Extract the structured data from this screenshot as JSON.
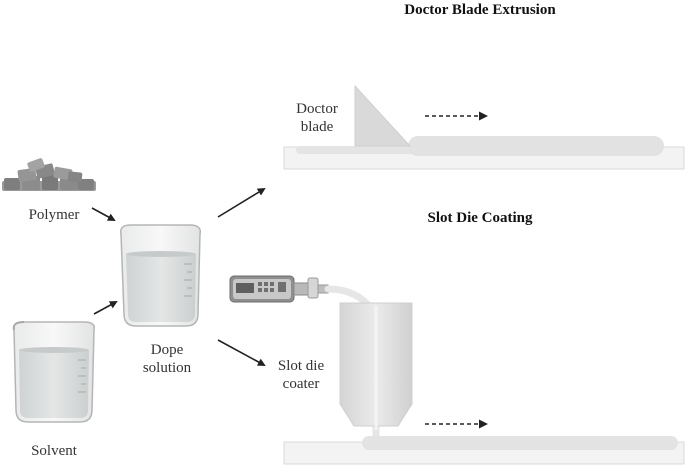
{
  "titles": {
    "doctor_blade": "Doctor Blade Extrusion",
    "slot_die": "Slot Die Coating"
  },
  "labels": {
    "polymer": "Polymer",
    "solvent": "Solvent",
    "dope": [
      "Dope",
      "solution"
    ],
    "doctor_blade": [
      "Doctor",
      "blade"
    ],
    "slot_die_coater": [
      "Slot die",
      "coater"
    ]
  },
  "colors": {
    "text": "#333333",
    "substrate": "#f2f2f2",
    "substrate_stroke": "#d8d8d8",
    "film": "#e6e6e6",
    "blade": "#dcdcdc",
    "liquid": "#d9dcdc",
    "glass": "#bdbdbd",
    "pellet": "#8a8a8a",
    "arrow": "#222222"
  }
}
